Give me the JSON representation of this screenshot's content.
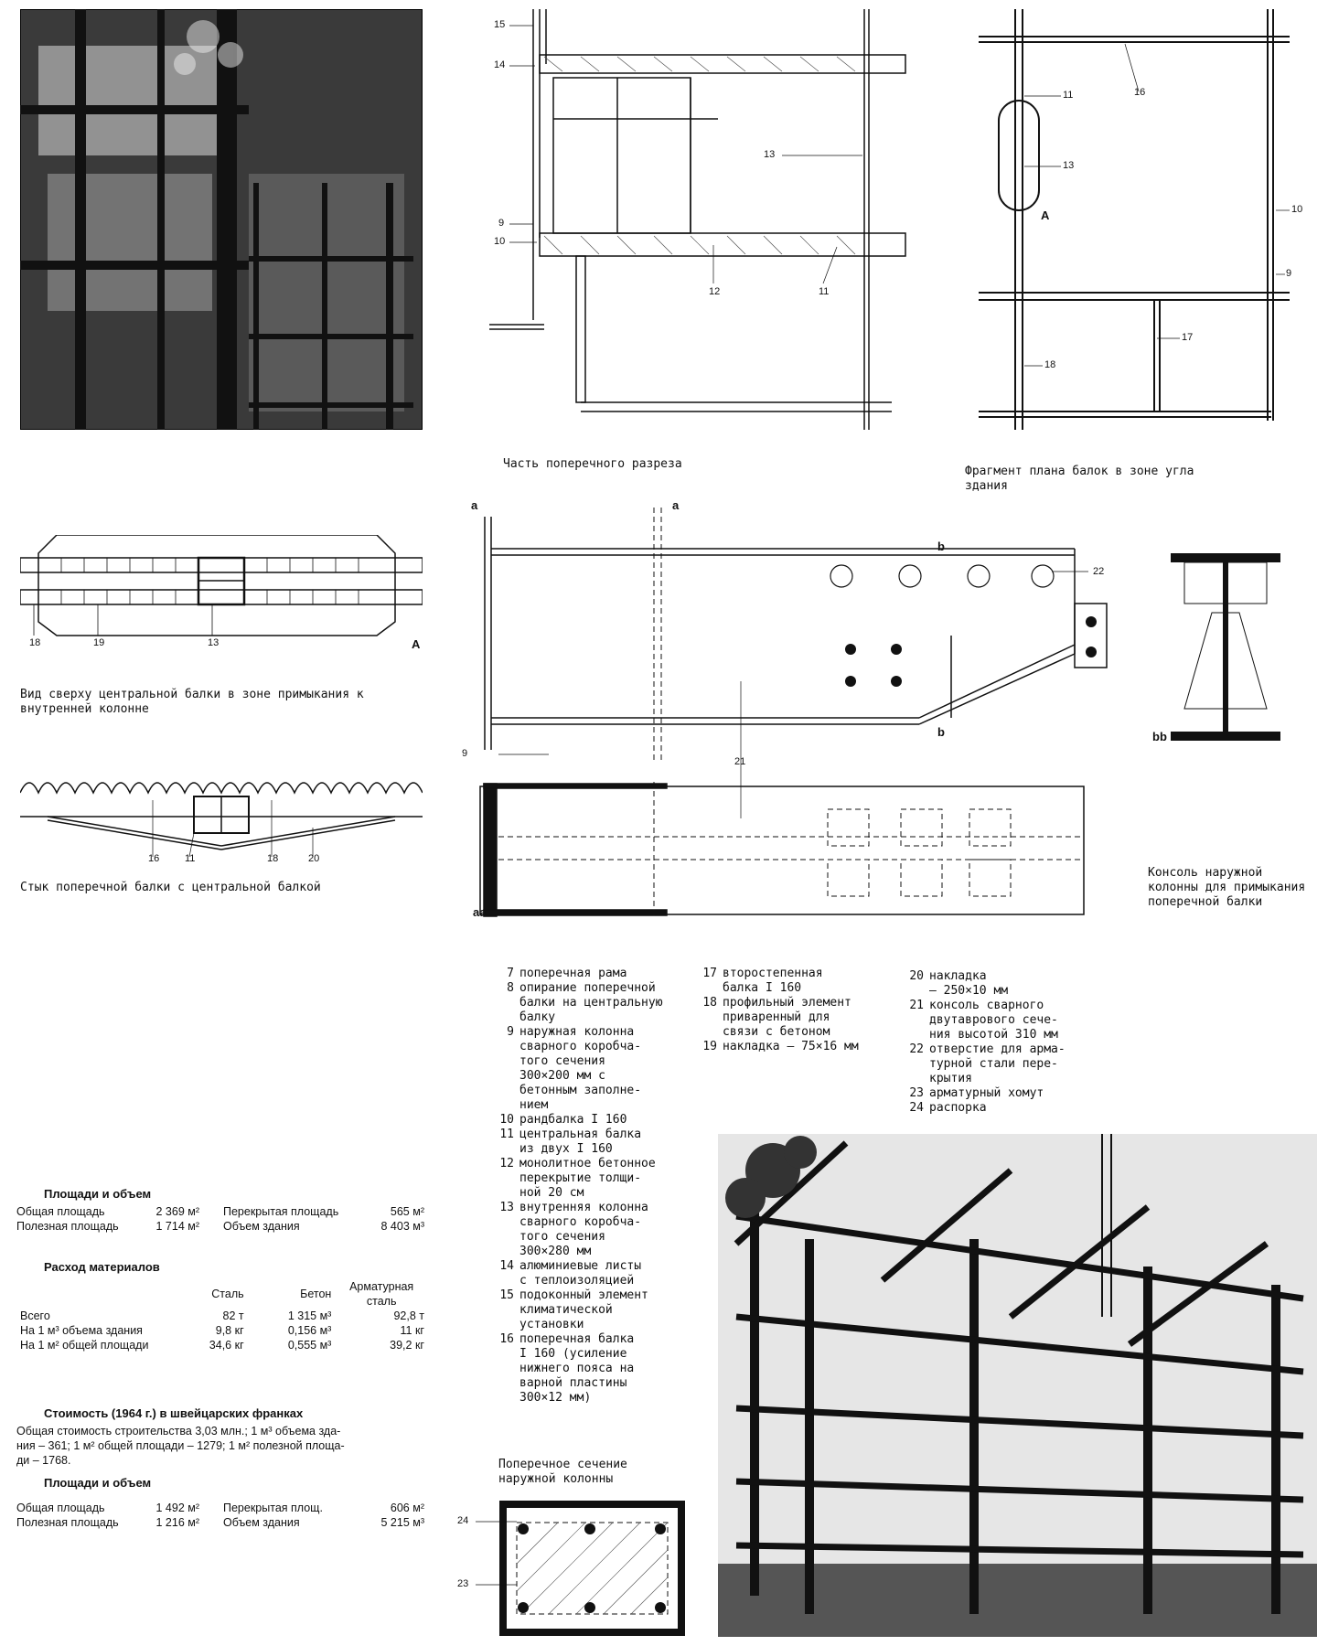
{
  "figures": {
    "cross_section": {
      "caption": "Часть поперечного разреза",
      "labels": [
        "15",
        "14",
        "13",
        "9",
        "10",
        "12",
        "11"
      ]
    },
    "beam_plan": {
      "caption": "Фрагмент плана балок в зоне угла здания",
      "labels": [
        "11",
        "16",
        "13",
        "A",
        "10",
        "9",
        "17",
        "18"
      ]
    },
    "central_beam_top": {
      "caption": "Вид сверху центральной балки в зоне примыкания к внутренней колонне",
      "labels": [
        "18",
        "19",
        "13",
        "A"
      ]
    },
    "beam_joint": {
      "caption": "Стык поперечной балки с центральной балкой",
      "labels": [
        "16",
        "11",
        "18",
        "20"
      ]
    },
    "console": {
      "caption": "Консоль наружной колонны для примыкания поперечной балки",
      "labels": [
        "a",
        "a",
        "b",
        "b",
        "22",
        "9",
        "21",
        "aa",
        "bb"
      ]
    },
    "column_section": {
      "caption": "Поперечное сечение наружной колонны",
      "labels": [
        "24",
        "23"
      ]
    }
  },
  "legend_col1": [
    {
      "num": "7",
      "text": "поперечная рама"
    },
    {
      "num": "8",
      "text": "опирание поперечной\nбалки на центральную\nбалку"
    },
    {
      "num": "9",
      "text": "наружная колонна\nсварного коробча-\nтого сечения\n300×200 мм с\nбетонным заполне-\nнием"
    },
    {
      "num": "10",
      "text": "рандбалка I 160"
    },
    {
      "num": "11",
      "text": "центральная балка\nиз двух I 160"
    },
    {
      "num": "12",
      "text": "монолитное бетонное\nперекрытие толщи-\nной 20 см"
    },
    {
      "num": "13",
      "text": "внутренняя колонна\nсварного коробча-\nтого сечения\n300×280 мм"
    },
    {
      "num": "14",
      "text": "алюминиевые листы\nс теплоизоляцией"
    },
    {
      "num": "15",
      "text": "подоконный элемент\nклиматической\nустановки"
    },
    {
      "num": "16",
      "text": "поперечная балка\nI 160 (усиление\nнижнего пояса на\nварной пластины\n300×12 мм)"
    }
  ],
  "legend_col2": [
    {
      "num": "17",
      "text": "второстепенная\nбалка I 160"
    },
    {
      "num": "18",
      "text": "профильный элемент\nприваренный для\nсвязи с бетоном"
    },
    {
      "num": "19",
      "text": "накладка – 75×16 мм"
    }
  ],
  "legend_col3": [
    {
      "num": "20",
      "text": "накладка\n– 250×10 мм"
    },
    {
      "num": "21",
      "text": "консоль сварного\nдвутаврового сече-\nния высотой 310 мм"
    },
    {
      "num": "22",
      "text": "отверстие для арма-\nтурной стали пере-\nкрытия"
    },
    {
      "num": "23",
      "text": "арматурный хомут"
    },
    {
      "num": "24",
      "text": "распорка"
    }
  ],
  "areas1": {
    "heading": "Площади и объем",
    "rows": [
      {
        "a": "Общая площадь",
        "av": "2 369 м²",
        "b": "Перекрытая площадь",
        "bv": "565 м²"
      },
      {
        "a": "Полезная площадь",
        "av": "1 714 м²",
        "b": "Объем здания",
        "bv": "8 403 м³"
      }
    ]
  },
  "materials": {
    "heading": "Расход материалов",
    "cols": [
      "Сталь",
      "Бетон",
      "Арматурная\nсталь"
    ],
    "rows": [
      {
        "label": "Всего",
        "v": [
          "82  т",
          "1 315     м³",
          "92,8 т"
        ]
      },
      {
        "label": "На 1 м³ объема здания",
        "v": [
          "9,8 кг",
          "0,156 м³",
          "11  кг"
        ]
      },
      {
        "label": "На 1 м² общей площади",
        "v": [
          "34,6 кг",
          "0,555 м³",
          "39,2 кг"
        ]
      }
    ]
  },
  "cost": {
    "heading": "Стоимость (1964 г.) в швейцарских франках",
    "text": "Общая стоимость строительства 3,03 млн.; 1 м³ объема зда-\nния – 361; 1 м² общей площади – 1279; 1 м² полезной площа-\nди – 1768."
  },
  "areas2": {
    "heading": "Площади и объем",
    "rows": [
      {
        "a": "Общая площадь",
        "av": "1 492 м²",
        "b": "Перекрытая площ.",
        "bv": "606 м²"
      },
      {
        "a": "Полезная площадь",
        "av": "1 216 м²",
        "b": "Объем здания",
        "bv": "5 215 м³"
      }
    ]
  }
}
